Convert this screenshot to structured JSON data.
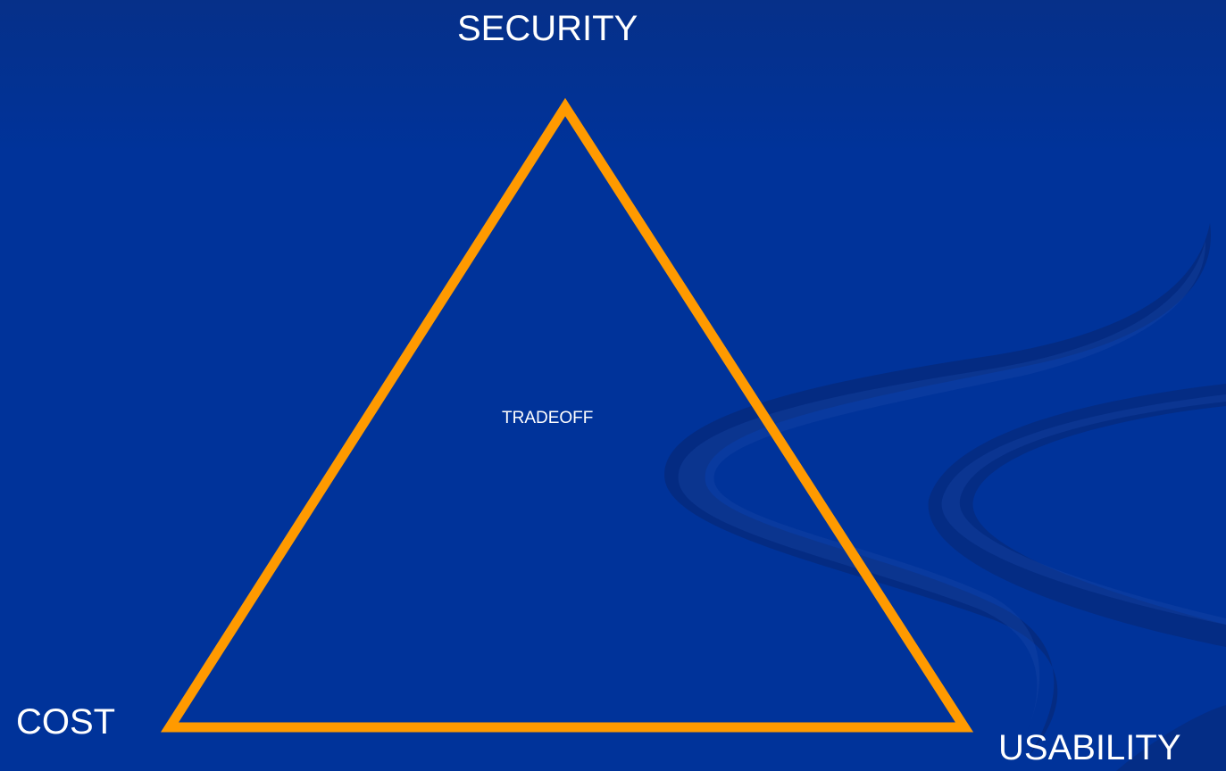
{
  "diagram": {
    "type": "triangle",
    "vertices": {
      "top": "SECURITY",
      "bottom_left": "COST",
      "bottom_right": "USABILITY"
    },
    "center_label": "TRADEOFF"
  },
  "colors": {
    "background": "#00339a",
    "triangle_stroke": "#ff9a00",
    "text": "#ffffff",
    "swirl_shadow": "#062a7a",
    "swirl_highlight": "#1a47a8"
  }
}
